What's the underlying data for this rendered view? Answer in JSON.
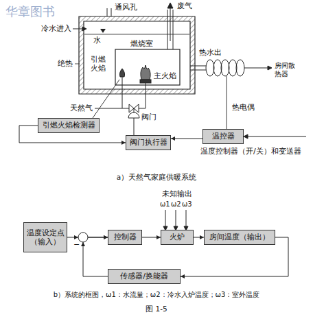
{
  "diagram": {
    "caption": "图 1-5",
    "nodes": [
      {
        "text": [
          "引燃火焰检测器"
        ]
      },
      {
        "text": [
          "阀门执行器"
        ]
      },
      {
        "text": [
          "温控器"
        ]
      },
      {
        "text": [
          "温度设定点（输入）"
        ]
      },
      {
        "text": [
          "控制器"
        ]
      },
      {
        "text": [
          "火炉"
        ]
      },
      {
        "text": [
          "房间温度（输出）"
        ]
      },
      {
        "text": [
          "传感器/换能器"
        ]
      }
    ],
    "edges": [
      {
        "from": 0,
        "to": 1,
        "arrow": "to"
      },
      {
        "from": 2,
        "to": 1,
        "arrow": "to"
      },
      {
        "from": 3,
        "to": 4,
        "arrow": "to"
      },
      {
        "from": 7,
        "to": 4,
        "arrow": "to"
      },
      {
        "from": 4,
        "to": 5,
        "arrow": "to"
      },
      {
        "from": 5,
        "to": 6,
        "arrow": "to"
      },
      {
        "from": 6,
        "to": 7,
        "arrow": "to"
      }
    ],
    "labels": [
      "通风孔",
      "废气",
      "冷水进入",
      "水",
      "燃烧室",
      "引燃火焰",
      "热水出",
      "房间散热器",
      "绝热",
      "主火焰",
      "热电偶",
      "天然气",
      "阀门",
      "温度控制器（开/关）和变送器",
      "a）天然气家庭供暖系统",
      "未知输出",
      "ω1",
      "ω2",
      "ω3",
      "−",
      "b）系统的框图，ω1：水流量；ω2：冷水入炉温度；ω3：室外温度",
      "华章图书"
    ]
  }
}
